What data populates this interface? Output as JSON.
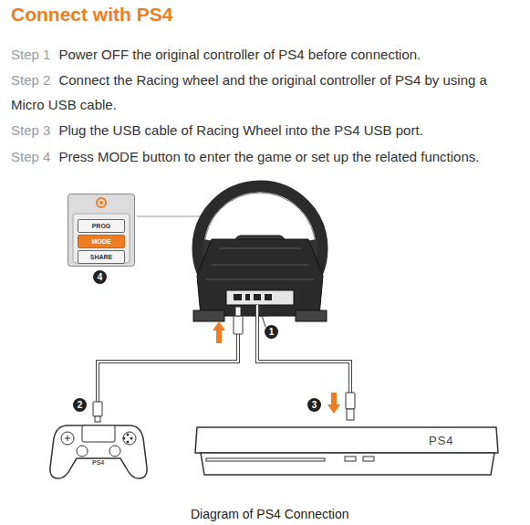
{
  "diagram": {
    "title": "Connect with PS4",
    "caption": "Diagram of PS4 Connection",
    "nodes": [
      {
        "text": [
          "PROG",
          "MODE",
          "SHARE"
        ]
      },
      {
        "text": [
          "PS4"
        ]
      },
      {
        "text": [
          "PS4"
        ]
      }
    ],
    "labels": [
      "Step 1",
      "Power OFF the original controller of PS4 before connection.",
      "Step 2",
      "Connect the Racing wheel and the original controller of PS4 by using a Micro USB cable.",
      "Step 3",
      "Plug the USB cable of Racing Wheel into the PS4 USB port.",
      "Step 4",
      "Press MODE button to enter the game or set up the related functions.",
      "4",
      "1",
      "2",
      "3"
    ]
  }
}
